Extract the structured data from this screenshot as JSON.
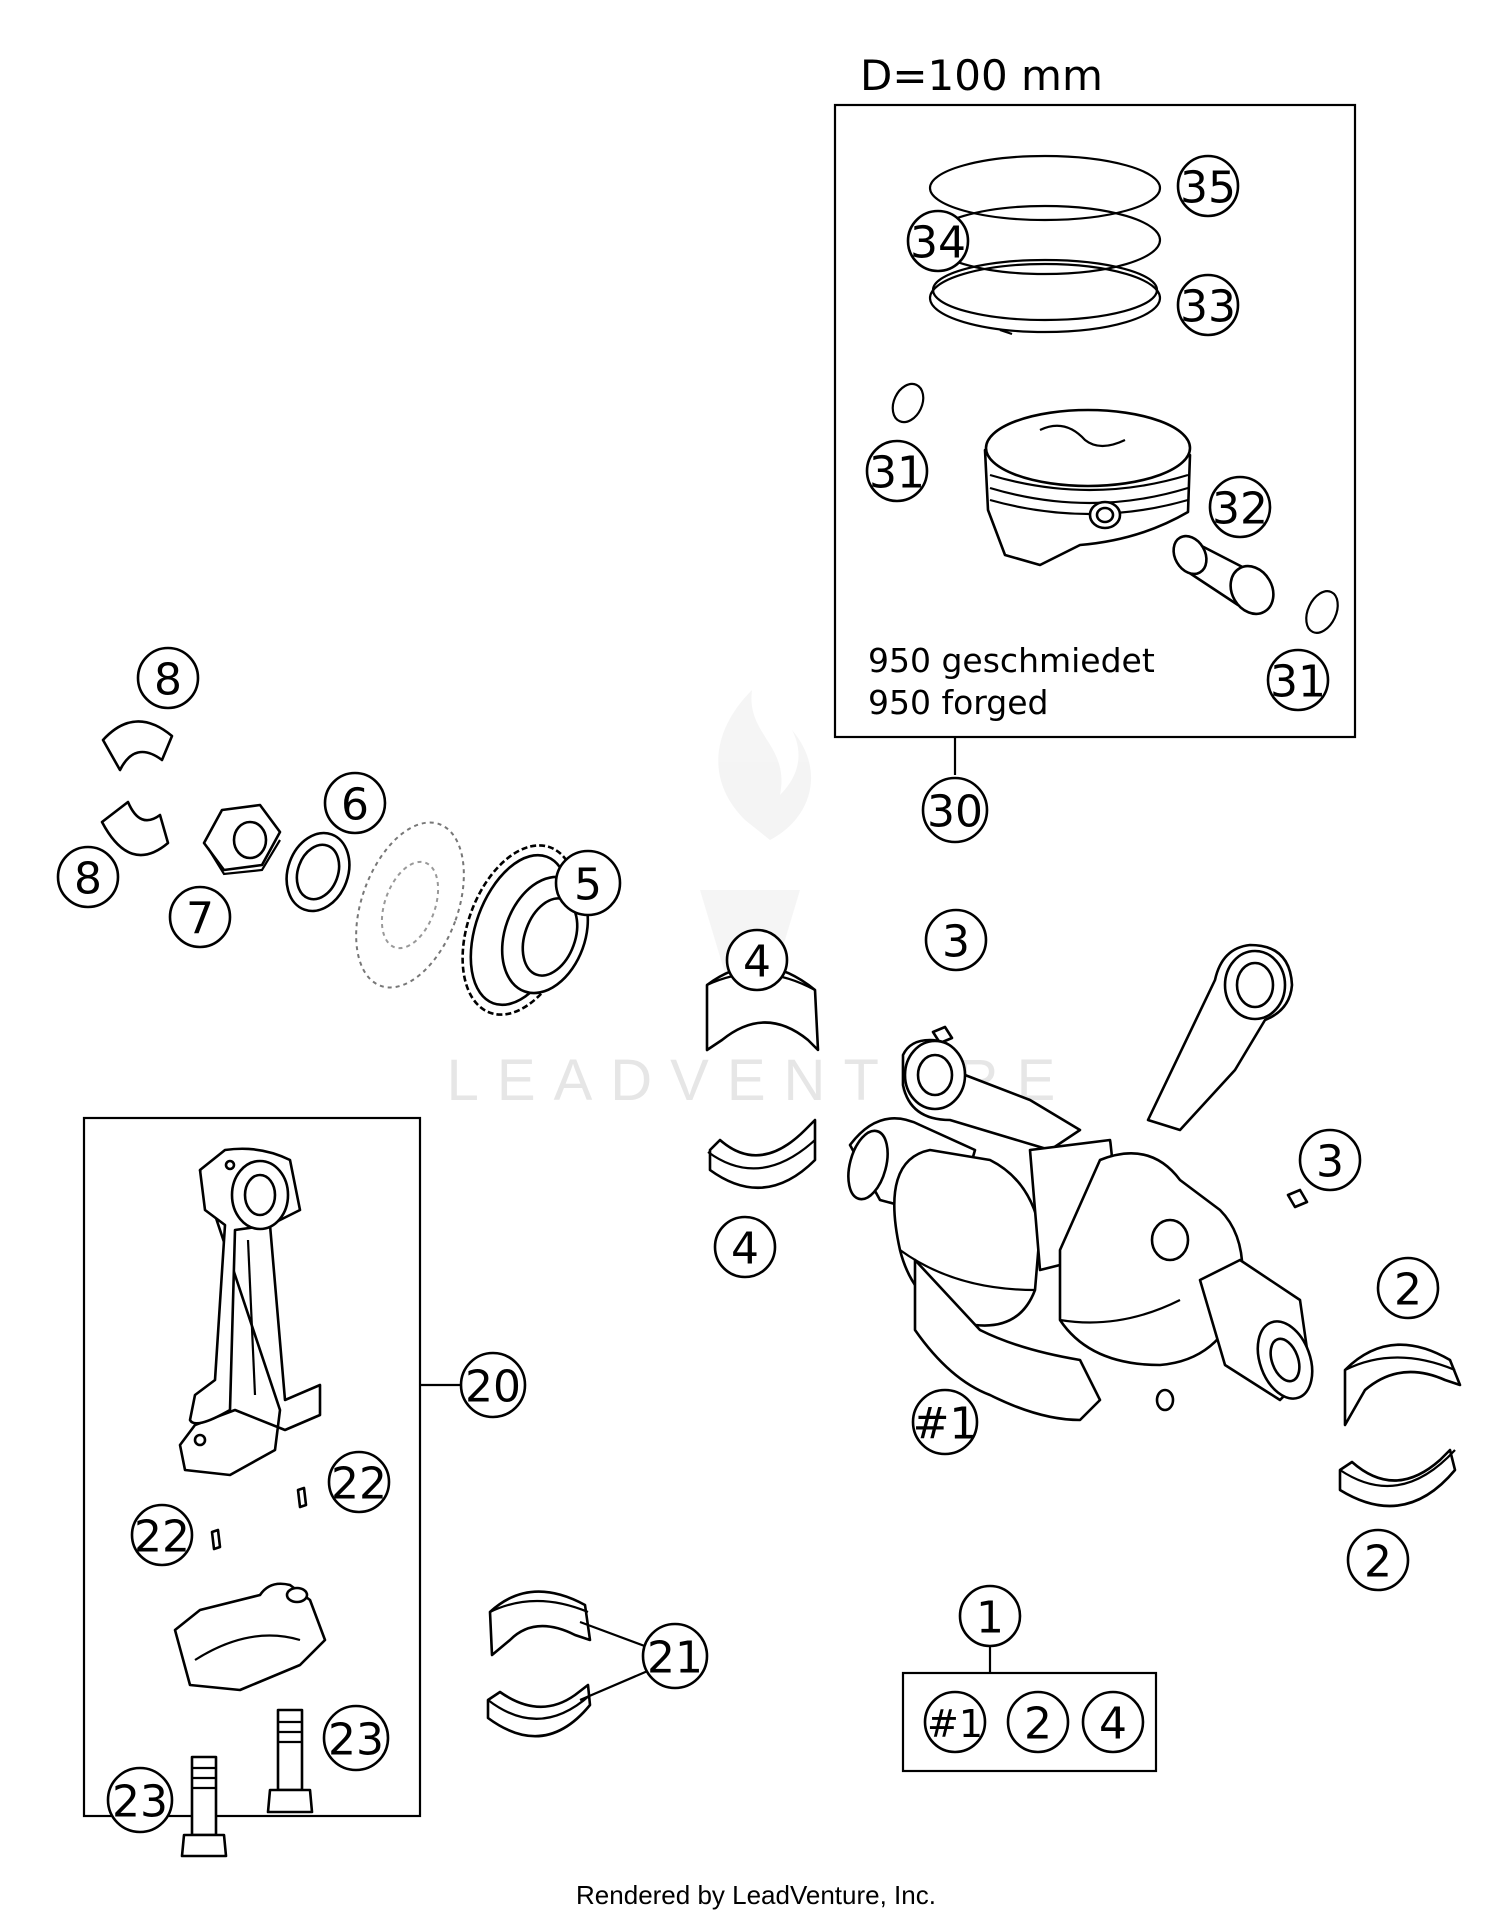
{
  "piston_kit": {
    "bore_label": "D=100 mm",
    "note_de": "950 geschmiedet",
    "note_en": "950 forged"
  },
  "callouts": [
    {
      "id": "c35",
      "label": "35"
    },
    {
      "id": "c34",
      "label": "34"
    },
    {
      "id": "c33",
      "label": "33"
    },
    {
      "id": "c31a",
      "label": "31"
    },
    {
      "id": "c32",
      "label": "32"
    },
    {
      "id": "c31b",
      "label": "31"
    },
    {
      "id": "c30",
      "label": "30"
    },
    {
      "id": "c8a",
      "label": "8"
    },
    {
      "id": "c8b",
      "label": "8"
    },
    {
      "id": "c7",
      "label": "7"
    },
    {
      "id": "c6",
      "label": "6"
    },
    {
      "id": "c5",
      "label": "5"
    },
    {
      "id": "c4a",
      "label": "4"
    },
    {
      "id": "c4b",
      "label": "4"
    },
    {
      "id": "c3a",
      "label": "3"
    },
    {
      "id": "c3b",
      "label": "3"
    },
    {
      "id": "c2a",
      "label": "2"
    },
    {
      "id": "c2b",
      "label": "2"
    },
    {
      "id": "c1main",
      "label": "#1"
    },
    {
      "id": "c20",
      "label": "20"
    },
    {
      "id": "c22a",
      "label": "22"
    },
    {
      "id": "c22b",
      "label": "22"
    },
    {
      "id": "c21",
      "label": "21"
    },
    {
      "id": "c23a",
      "label": "23"
    },
    {
      "id": "c23b",
      "label": "23"
    },
    {
      "id": "c1",
      "label": "1"
    }
  ],
  "kit_1": {
    "items": [
      "#1",
      "2",
      "4"
    ]
  },
  "watermark": "LEADVENTURE",
  "footer": "Rendered by LeadVenture, Inc."
}
